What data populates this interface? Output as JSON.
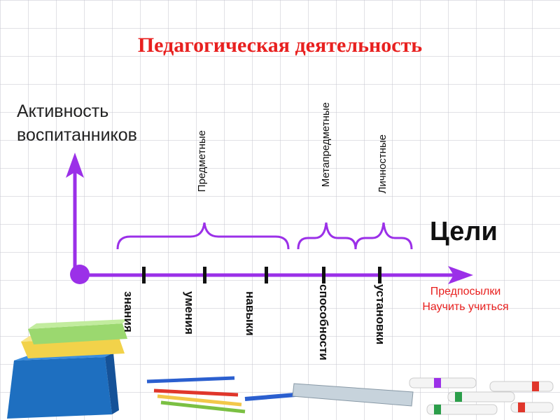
{
  "title": "Педагогическая деятельность",
  "y_axis_label_line1": "Активность",
  "y_axis_label_line2": "воспитанников",
  "x_axis_label": "Цели",
  "prerequisites_line1": "Предпосылки",
  "prerequisites_line2": "Научить учиться",
  "categories": {
    "subject": "Предметные",
    "metasubject": "Метапредметные",
    "personal": "Личностные"
  },
  "items": {
    "knowledge": "знания",
    "skills": "умения",
    "habits": "навыки",
    "abilities": "способности",
    "attitudes": "установки"
  },
  "colors": {
    "title": "#e8201f",
    "axis": "#9b30e8",
    "prerequisites": "#e8201f"
  }
}
